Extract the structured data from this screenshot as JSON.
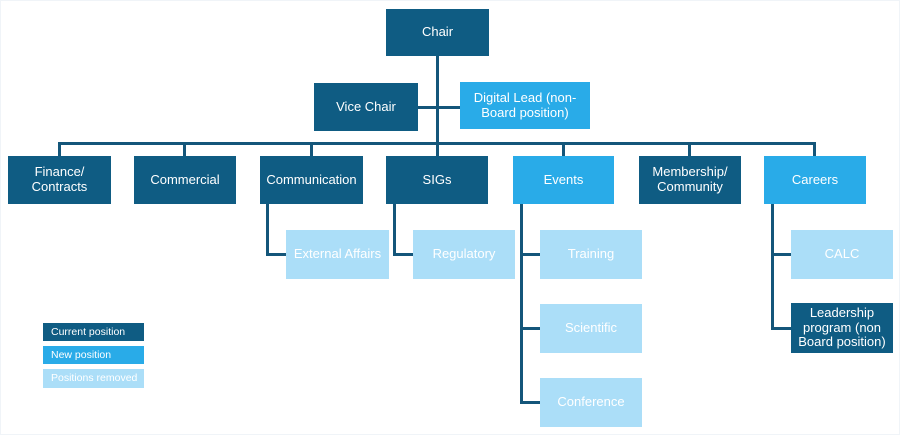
{
  "colors": {
    "current_position": "#0F5C83",
    "new_position": "#29ABE8",
    "positions_removed": "#ABDEF8",
    "connector": "#14567A",
    "text": "#FFFFFF",
    "background": "#FFFFFF"
  },
  "nodes": {
    "chair": {
      "label": "Chair",
      "status": "current"
    },
    "vice_chair": {
      "label": "Vice Chair",
      "status": "current"
    },
    "digital_lead": {
      "label": "Digital Lead (non-Board position)",
      "status": "new"
    },
    "finance_contracts": {
      "label": "Finance/ Contracts",
      "status": "current"
    },
    "commercial": {
      "label": "Commercial",
      "status": "current"
    },
    "communication": {
      "label": "Communication",
      "status": "current"
    },
    "sigs": {
      "label": "SIGs",
      "status": "current"
    },
    "events": {
      "label": "Events",
      "status": "new"
    },
    "membership_community": {
      "label": "Membership/ Community",
      "status": "current"
    },
    "careers": {
      "label": "Careers",
      "status": "new"
    },
    "external_affairs": {
      "label": "External Affairs",
      "status": "removed"
    },
    "regulatory": {
      "label": "Regulatory",
      "status": "removed"
    },
    "training": {
      "label": "Training",
      "status": "removed"
    },
    "scientific": {
      "label": "Scientific",
      "status": "removed"
    },
    "conference": {
      "label": "Conference",
      "status": "removed"
    },
    "calc": {
      "label": "CALC",
      "status": "removed"
    },
    "leadership_program": {
      "label": "Leadership program (non Board position)",
      "status": "current"
    }
  },
  "hierarchy": {
    "root": "chair",
    "chair_children": [
      "vice_chair",
      "digital_lead"
    ],
    "board_row": [
      "finance_contracts",
      "commercial",
      "communication",
      "sigs",
      "events",
      "membership_community",
      "careers"
    ],
    "communication_children": [
      "external_affairs"
    ],
    "sigs_children": [
      "regulatory"
    ],
    "events_children": [
      "training",
      "scientific",
      "conference"
    ],
    "careers_children": [
      "calc",
      "leadership_program"
    ]
  },
  "legend": {
    "items": [
      {
        "label": "Current position",
        "color": "#0F5C83"
      },
      {
        "label": "New position",
        "color": "#29ABE8"
      },
      {
        "label": "Positions removed",
        "color": "#ABDEF8"
      }
    ]
  }
}
